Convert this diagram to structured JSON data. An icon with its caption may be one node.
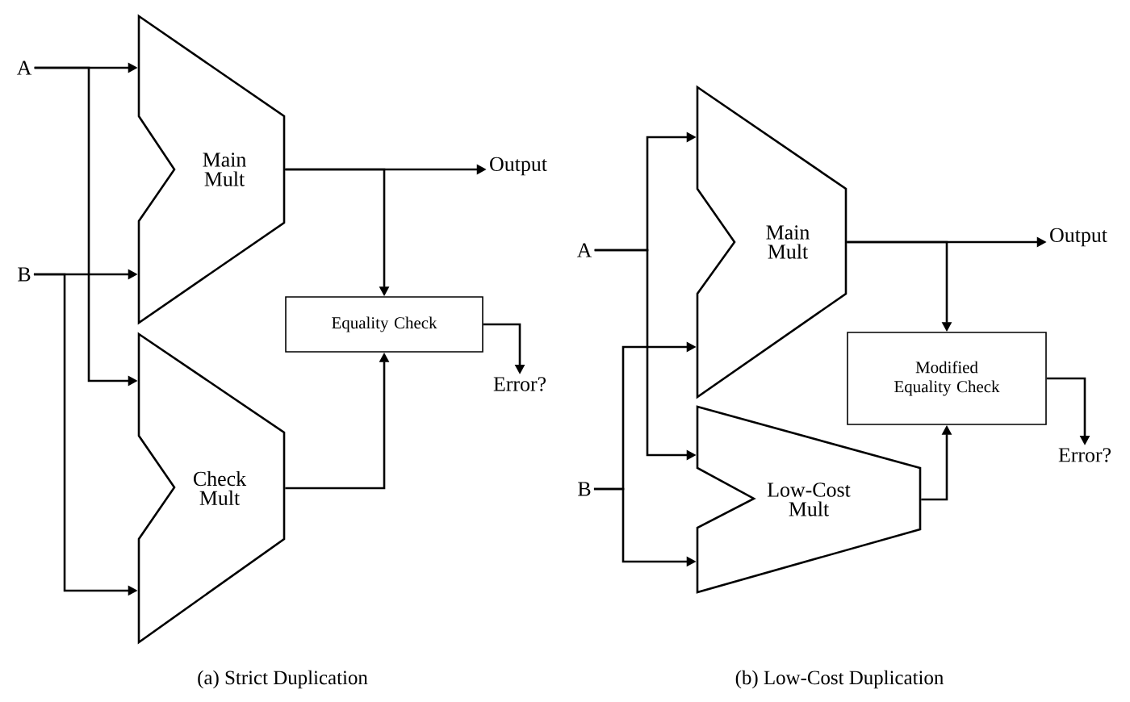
{
  "diagram": {
    "nodes": [
      {
        "text": [
          "A"
        ]
      },
      {
        "text": [
          "B"
        ]
      },
      {
        "text": [
          "Main Mult"
        ]
      },
      {
        "text": [
          "Check Mult"
        ]
      },
      {
        "text": [
          "Equality Check"
        ]
      },
      {
        "text": [
          "Output"
        ]
      },
      {
        "text": [
          "Error?"
        ]
      },
      {
        "text": [
          "A"
        ]
      },
      {
        "text": [
          "B"
        ]
      },
      {
        "text": [
          "Main Mult"
        ]
      },
      {
        "text": [
          "Low-Cost Mult"
        ]
      },
      {
        "text": [
          "Modified Equality Check"
        ]
      },
      {
        "text": [
          "Output"
        ]
      },
      {
        "text": [
          "Error?"
        ]
      }
    ],
    "edges": [
      {
        "from": 0,
        "to": 2,
        "arrow": "to"
      },
      {
        "from": 0,
        "to": 3,
        "arrow": "to"
      },
      {
        "from": 1,
        "to": 2,
        "arrow": "to"
      },
      {
        "from": 1,
        "to": 3,
        "arrow": "to"
      },
      {
        "from": 2,
        "to": 5,
        "arrow": "to"
      },
      {
        "from": 2,
        "to": 4,
        "arrow": "to"
      },
      {
        "from": 3,
        "to": 4,
        "arrow": "to"
      },
      {
        "from": 4,
        "to": 6,
        "arrow": "to"
      },
      {
        "from": 7,
        "to": 9,
        "arrow": "to"
      },
      {
        "from": 7,
        "to": 10,
        "arrow": "to"
      },
      {
        "from": 8,
        "to": 9,
        "arrow": "to"
      },
      {
        "from": 8,
        "to": 10,
        "arrow": "to"
      },
      {
        "from": 9,
        "to": 12,
        "arrow": "to"
      },
      {
        "from": 9,
        "to": 11,
        "arrow": "to"
      },
      {
        "from": 10,
        "to": 11,
        "arrow": "to"
      },
      {
        "from": 11,
        "to": 13,
        "arrow": "to"
      }
    ],
    "labels": [
      "(a) Strict Duplication",
      "(b) Low-Cost Duplication"
    ]
  }
}
